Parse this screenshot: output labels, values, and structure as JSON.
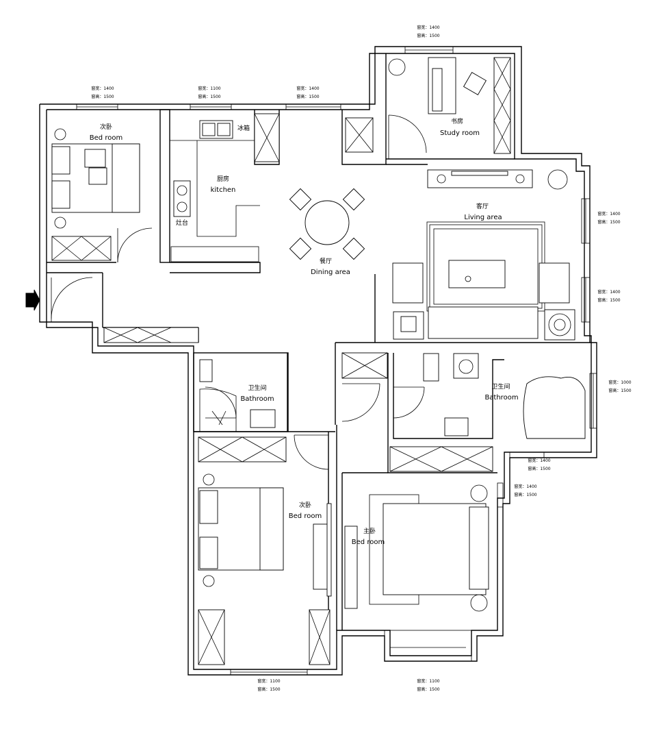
{
  "rooms": {
    "second_bedroom_top": {
      "cn": "次卧",
      "en": "Bed room"
    },
    "kitchen": {
      "cn": "厨房",
      "en": "kitchen"
    },
    "study": {
      "cn": "书房",
      "en": "Study room"
    },
    "living": {
      "cn": "客厅",
      "en": "Living area"
    },
    "dining": {
      "cn": "餐厅",
      "en": "Dining  area"
    },
    "bath_left": {
      "cn": "卫生间",
      "en": "Bathroom"
    },
    "bath_right": {
      "cn": "卫生间",
      "en": "Bathroom"
    },
    "second_bedroom_bottom": {
      "cn": "次卧",
      "en": "Bed room"
    },
    "master": {
      "cn": "主卧",
      "en": "Bed room"
    }
  },
  "fixtures": {
    "fridge": "冰箱",
    "stove": "灶台"
  },
  "window_notes": {
    "w_bed_top": [
      "窗宽：1400",
      "窗高：1500"
    ],
    "w_kitchen": [
      "窗宽：1100",
      "窗高：1500"
    ],
    "w_dining": [
      "窗宽：1400",
      "窗高：1500"
    ],
    "w_study": [
      "窗宽：1400",
      "窗高：1500"
    ],
    "w_living_1": [
      "窗宽：1400",
      "窗高：1500"
    ],
    "w_living_2": [
      "窗宽：1400",
      "窗高：1500"
    ],
    "w_bath_right": [
      "窗宽：1000",
      "窗高：1500"
    ],
    "w_bath_right_bottom": [
      "窗宽：1400",
      "窗高：1500"
    ],
    "w_master_side": [
      "窗宽：1400",
      "窗高：1500"
    ],
    "w_bed_bottom": [
      "窗宽：1100",
      "窗高：1500"
    ],
    "w_master_bottom": [
      "窗宽：1100",
      "窗高：1500"
    ]
  },
  "icons": [
    "entrance-arrow-icon",
    "plant-icon",
    "chair-icon",
    "lamp-icon",
    "sink-icon",
    "toilet-icon",
    "bathtub-icon",
    "washing-machine-icon",
    "tv-icon"
  ]
}
